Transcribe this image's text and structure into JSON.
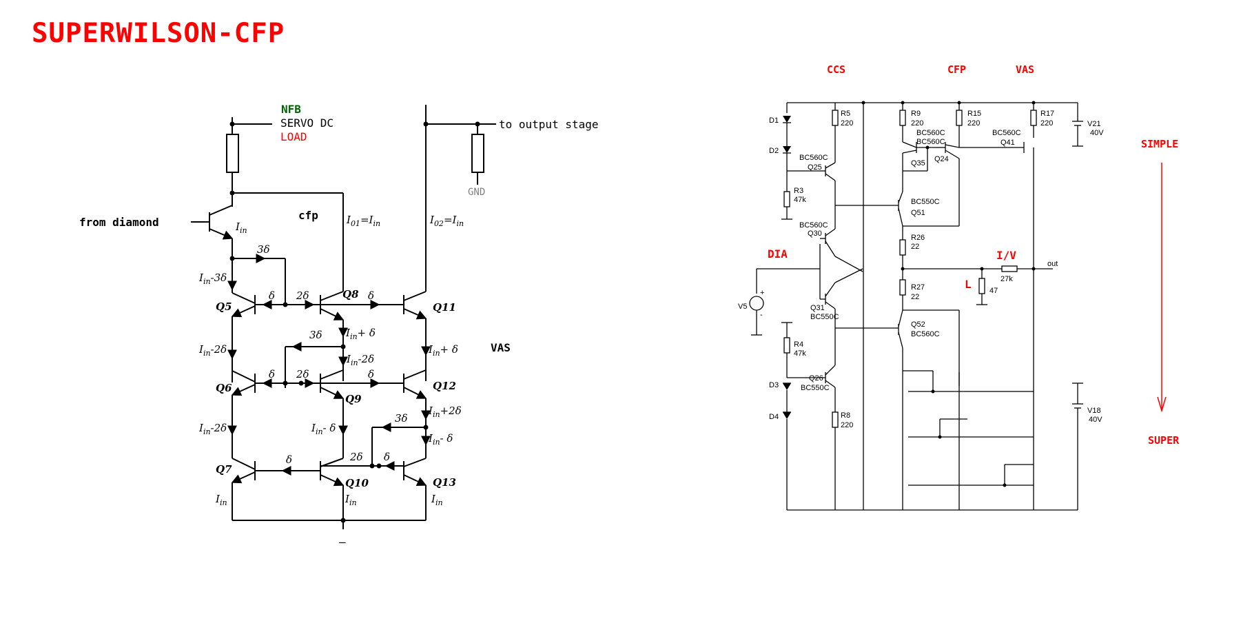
{
  "title": "SUPERWILSON-CFP",
  "left": {
    "labels": {
      "nfb": "NFB",
      "servo": "SERVO DC",
      "load": "LOAD",
      "to_output": "to output stage",
      "gnd": "GND",
      "from_diamond": "from diamond",
      "cfp": "cfp",
      "vas": "VAS",
      "minus": "–"
    },
    "colors": {
      "nfb": "#006600",
      "load": "#ff0000",
      "gnd": "#808080"
    },
    "transistors": {
      "q5": "Q5",
      "q6": "Q6",
      "q7": "Q7",
      "q8": "Q8",
      "q9": "Q9",
      "q10": "Q10",
      "q11": "Q11",
      "q12": "Q12",
      "q13": "Q13"
    },
    "currents": {
      "iin": "I",
      "sub": "in",
      "i01": "I",
      "i01_sub": "01",
      "i02": "I",
      "i02_sub": "02",
      "eq": "=",
      "m3d": "-3δ",
      "m2d": "-2δ",
      "md": "- δ",
      "pd": "+ δ",
      "p2d": "+2δ",
      "d": "δ",
      "d2": "2δ",
      "d3": "3δ"
    }
  },
  "right": {
    "headers": {
      "ccs": "CCS",
      "cfp": "CFP",
      "vas": "VAS"
    },
    "side": {
      "simple": "SIMPLE",
      "super": "SUPER",
      "dia": "DIA",
      "iv": "I/V",
      "l": "L"
    },
    "components": {
      "d1": "D1",
      "d2": "D2",
      "d3": "D3",
      "d4": "D4",
      "r5": "R5",
      "r5v": "220",
      "r3": "R3",
      "r3v": "47k",
      "r4": "R4",
      "r4v": "47k",
      "r8": "R8",
      "r8v": "220",
      "r9": "R9",
      "r9v": "220",
      "r15": "R15",
      "r15v": "220",
      "r17": "R17",
      "r17v": "220",
      "r26": "R26",
      "r26v": "22",
      "r27": "R27",
      "r27v": "22",
      "r47": "47",
      "r27k": "27k",
      "q25": "Q25",
      "q30": "Q30",
      "q31": "Q31",
      "q26": "Q26",
      "q35": "Q35",
      "q24": "Q24",
      "q51": "Q51",
      "q52": "Q52",
      "q41": "Q41",
      "bc560c": "BC560C",
      "bc550c": "BC550C",
      "v21": "V21",
      "v21v": "40V",
      "v18": "V18",
      "v18v": "40V",
      "v5": "V5",
      "out": "out",
      "plus": "+",
      "minus": "-"
    }
  }
}
